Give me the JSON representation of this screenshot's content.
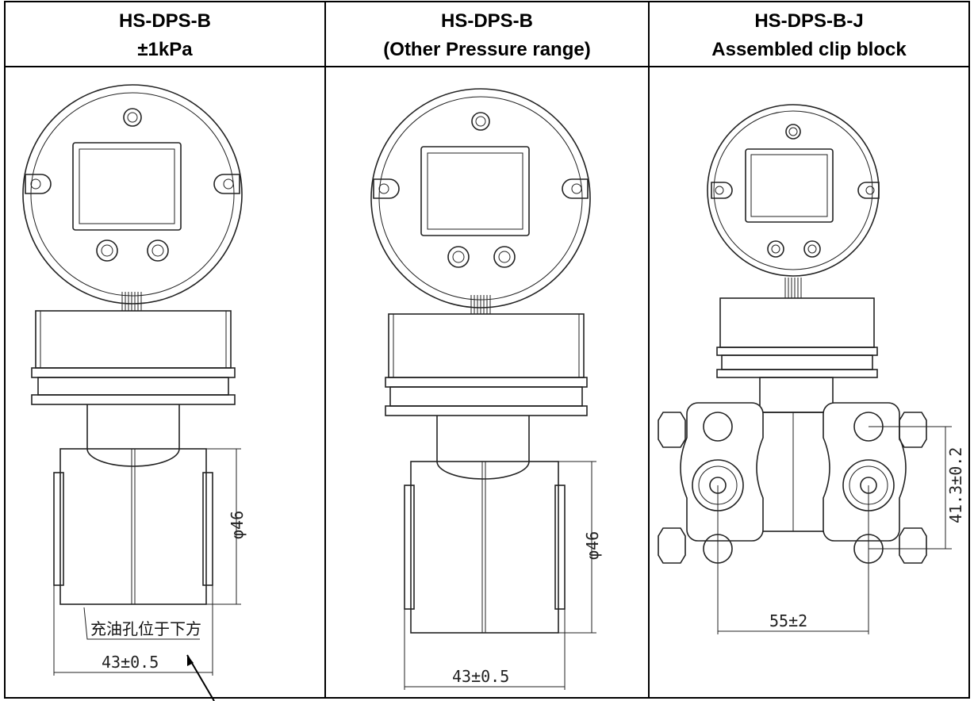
{
  "columns": [
    {
      "title_line1": "HS-DPS-B",
      "title_line2": "±1kPa"
    },
    {
      "title_line1": "HS-DPS-B",
      "title_line2": "(Other Pressure range)"
    },
    {
      "title_line1": "HS-DPS-B-J",
      "title_line2": "Assembled clip block"
    }
  ],
  "drawings": {
    "left": {
      "diameter_label": "φ46",
      "width_label": "43±0.5",
      "note": "充油孔位于下方"
    },
    "middle": {
      "diameter_label": "φ46",
      "width_label": "43±0.5"
    },
    "right": {
      "height_label": "41.3±0.2",
      "width_label": "55±2"
    }
  }
}
